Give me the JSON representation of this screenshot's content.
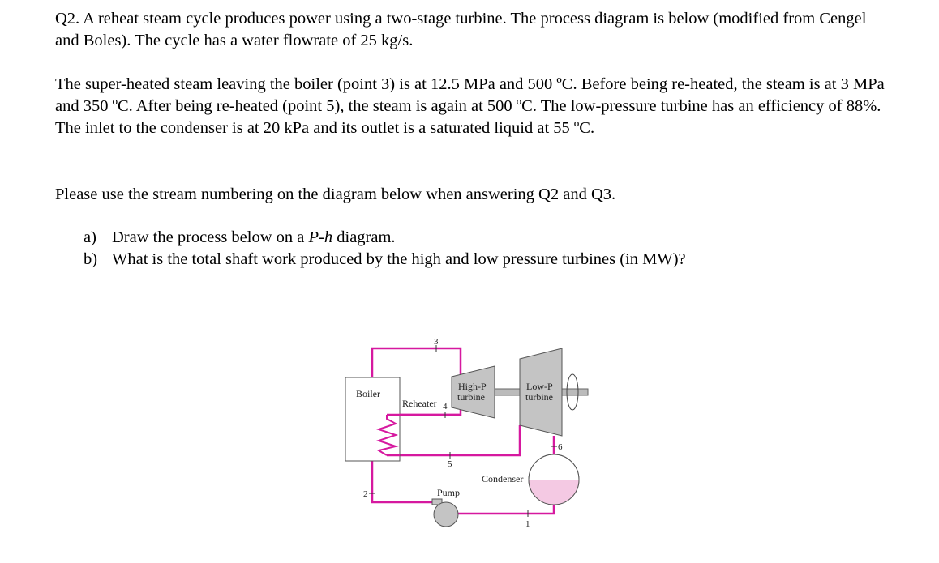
{
  "question": {
    "para1": "Q2. A reheat steam cycle produces power using a two-stage turbine. The process diagram is below (modified from Cengel and Boles). The cycle has a water flowrate of 25 kg/s.",
    "para2": "The super-heated steam leaving the boiler (point 3) is at 12.5 MPa and 500 ºC. Before being re-heated, the steam is at 3 MPa and 350 ºC.  After being re-heated (point 5), the steam is again at 500 ºC. The low-pressure turbine has an efficiency of 88%. The inlet to the condenser is at 20 kPa and its outlet is a saturated liquid at 55 ºC.",
    "para3": "Please use the stream numbering on the diagram below when answering Q2 and Q3.",
    "items": [
      {
        "marker": "a)",
        "pre": "Draw the process below on a ",
        "italic": "P-h",
        "post": " diagram."
      },
      {
        "marker": "b)",
        "pre": "What is the total shaft work produced by the high and low pressure turbines (in MW)?",
        "italic": "",
        "post": ""
      }
    ]
  },
  "diagram": {
    "boiler": "Boiler",
    "reheater": "Reheater",
    "hp1": "High-P",
    "hp2": "turbine",
    "lp1": "Low-P",
    "lp2": "turbine",
    "condenser": "Condenser",
    "pump": "Pump",
    "streams": [
      "1",
      "2",
      "3",
      "4",
      "5",
      "6"
    ],
    "pipe_color": "#d6189f",
    "liquid_color": "#f4c9e3",
    "equipment_color": "#c4c4c4"
  }
}
